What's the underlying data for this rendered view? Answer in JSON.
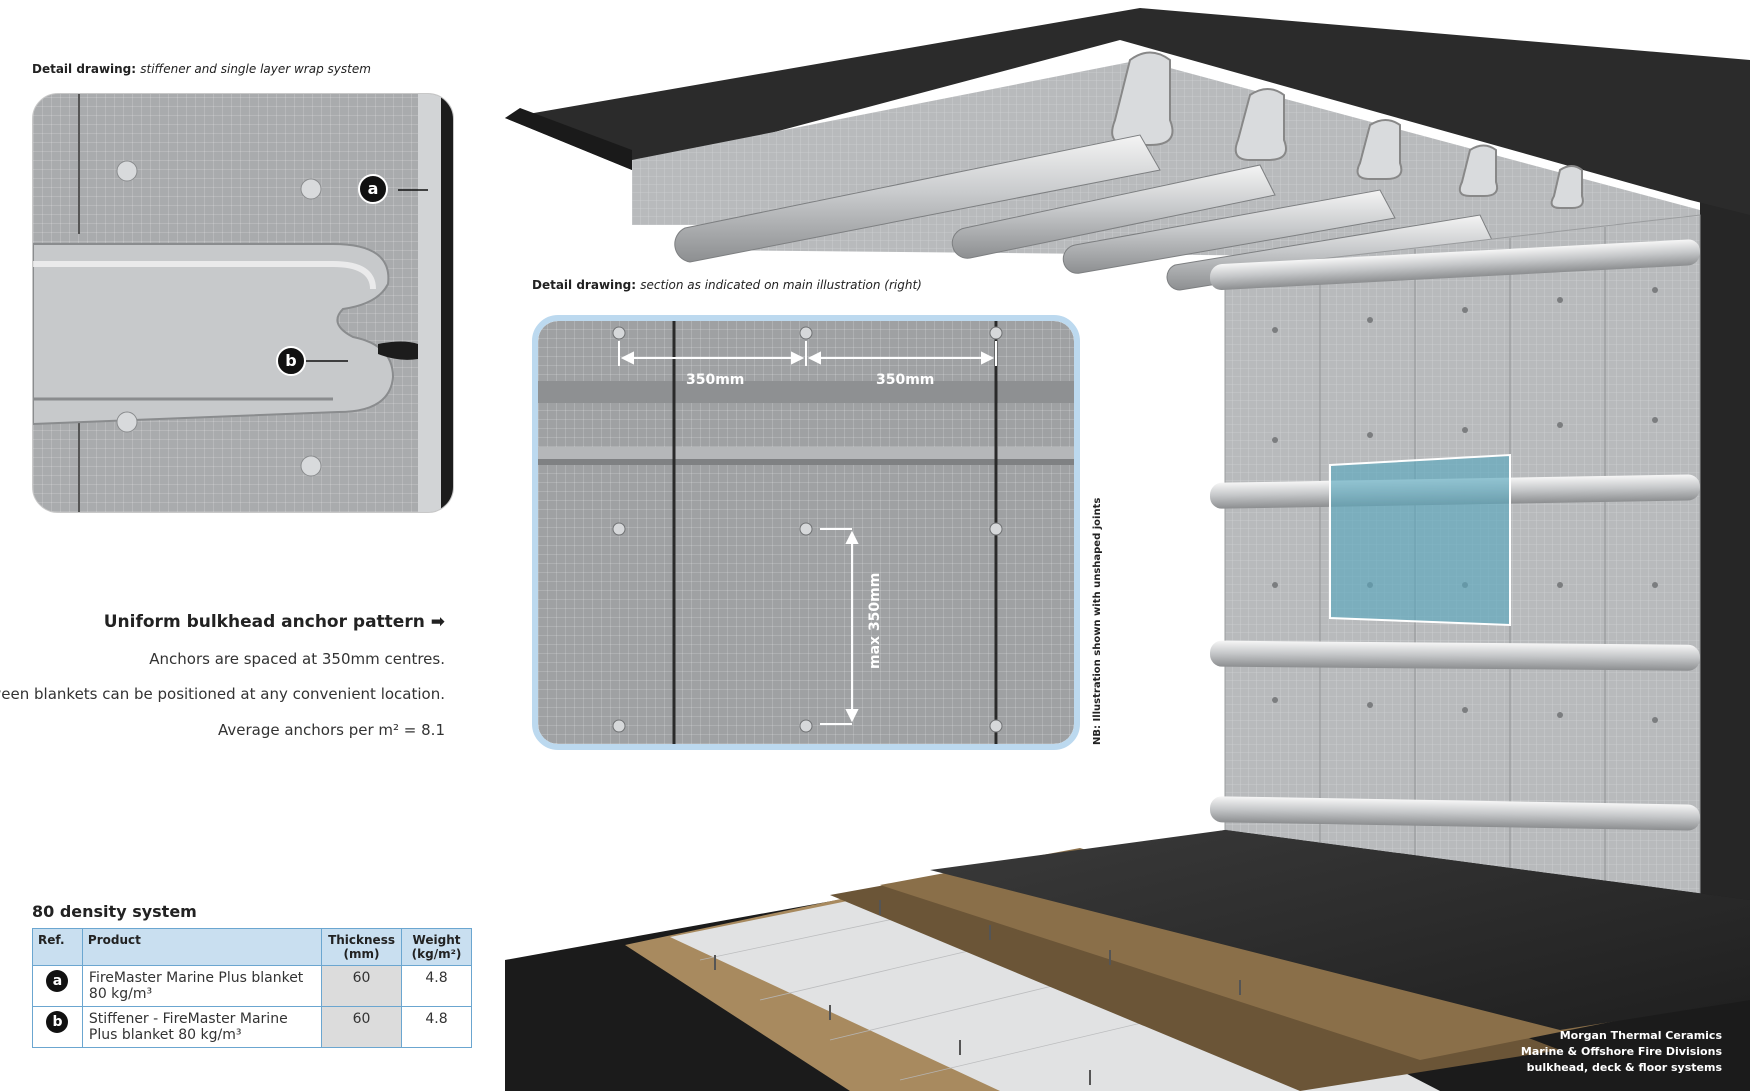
{
  "detail1": {
    "caption_bold": "Detail drawing:",
    "caption_italic": "stiffener and single layer wrap system",
    "label_a": "a",
    "label_b": "b"
  },
  "detail2": {
    "caption_bold": "Detail drawing:",
    "caption_italic": "section as indicated on main illustration (right)",
    "dim_h1": "350mm",
    "dim_h2": "350mm",
    "dim_v": "max 350mm",
    "side_note": "NB: Illustration shown with unshaped joints"
  },
  "anchor_info": {
    "heading": "Uniform bulkhead anchor pattern",
    "heading_arrow": "➡",
    "line1": "Anchors are spaced at 350mm centres.",
    "line2": "Joints between blankets can be positioned at any convenient location.",
    "line3": "Average anchors per m² = 8.1"
  },
  "density_table": {
    "title": "80 density system",
    "headers": [
      "Ref.",
      "Product",
      "Thickness (mm)",
      "Weight (kg/m²)"
    ],
    "rows": [
      {
        "ref": "a",
        "product_line1": "FireMaster Marine Plus blanket",
        "product_line2": "80 kg/m³",
        "thickness": "60",
        "weight": "4.8"
      },
      {
        "ref": "b",
        "product_line1": "Stiffener - FireMaster Marine",
        "product_line2": "Plus blanket 80 kg/m³",
        "thickness": "60",
        "weight": "4.8"
      }
    ]
  },
  "footer": {
    "line1": "Morgan Thermal Ceramics",
    "line2": "Marine & Offshore Fire Divisions",
    "line3": "bulkhead, deck & floor systems"
  },
  "colors": {
    "accent_blue": "#6ba6d0",
    "table_header": "#c9dff0",
    "highlight_panel": "#5aa7bd",
    "steel_dark": "#2a2a2a"
  }
}
